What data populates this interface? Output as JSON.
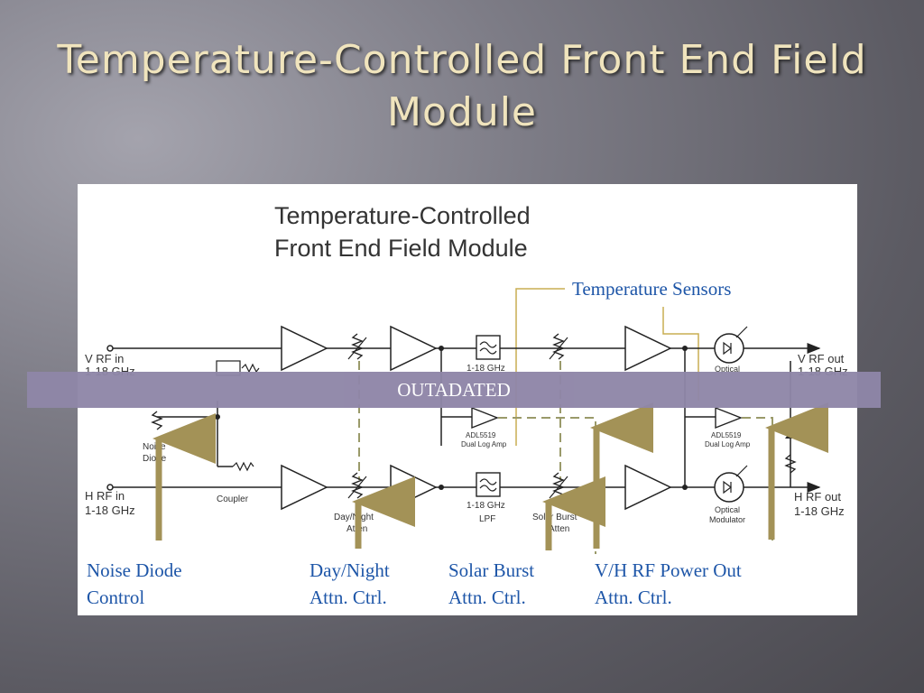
{
  "slide": {
    "title": "Temperature-Controlled Front End Field Module"
  },
  "figure": {
    "heading_line1": "Temperature-Controlled",
    "heading_line2": "Front End Field Module",
    "sensors_label": "Temperature Sensors",
    "banner": "OUTADATED",
    "labels": {
      "v_rf_in": "V RF in",
      "v_rf_in_freq": "1-18 GHz",
      "h_rf_in": "H RF in",
      "h_rf_in_freq": "1-18 GHz",
      "v_rf_out": "V RF out",
      "v_rf_out_freq": "1-18 GHz",
      "h_rf_out": "H RF out",
      "h_rf_out_freq": "1-18 GHz",
      "lpf_top_freq": "1-18 GHz",
      "lpf_bottom_freq": "1-18 GHz",
      "lpf_bottom": "LPF",
      "noise_diode_line1": "Noise",
      "noise_diode_line2": "Diode",
      "coupler": "Coupler",
      "day_night_atten_line1": "Day/Night",
      "day_night_atten_line2": "Atten",
      "solar_burst_atten_line1": "Solar Burst",
      "solar_burst_atten_line2": "Atten",
      "log_amp_left_line1": "ADL5519",
      "log_amp_left_line2": "Dual Log Amp",
      "log_amp_right_line1": "ADL5519",
      "log_amp_right_line2": "Dual Log Amp",
      "optical_top": "Optical",
      "optical_mod_line1": "Optical",
      "optical_mod_line2": "Modulator"
    },
    "colors": {
      "arrow": "#a39257",
      "sensor_line": "#c9ad52",
      "caption": "#1e56a8",
      "banner": "#8f86a8"
    }
  },
  "captions": [
    "Noise Diode\nControl",
    "Day/Night\nAttn. Ctrl.",
    "Solar Burst\nAttn. Ctrl.",
    "V/H RF Power Out\nAttn. Ctrl."
  ]
}
